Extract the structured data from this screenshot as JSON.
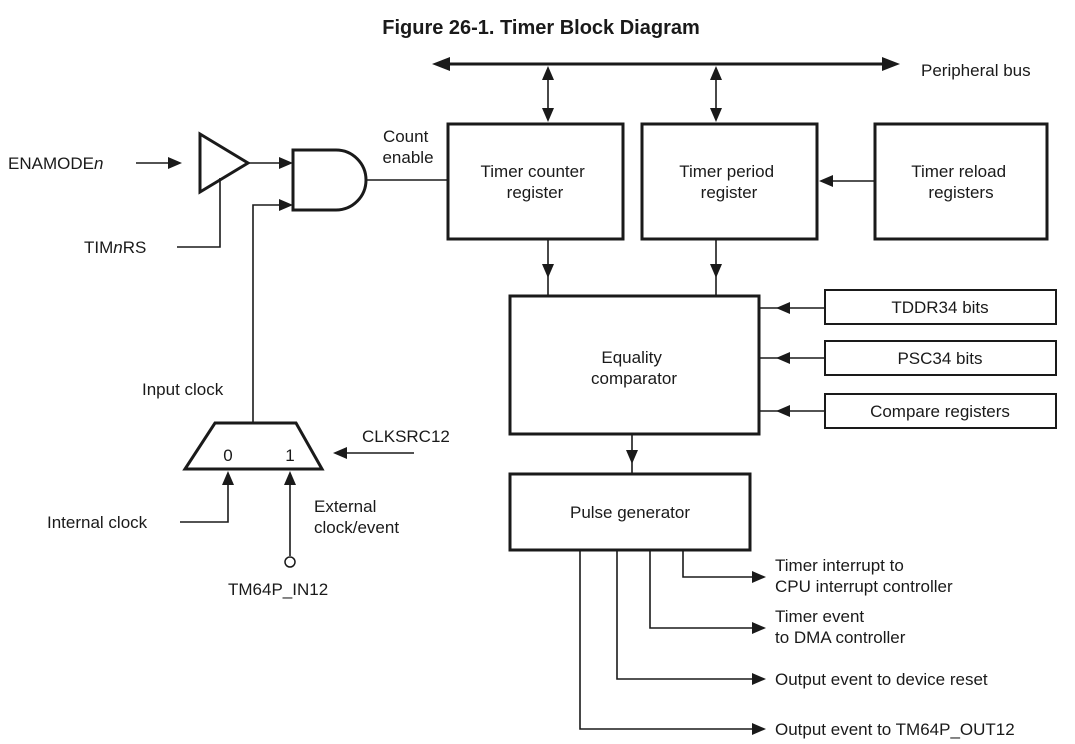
{
  "title": "Figure 26-1. Timer Block Diagram",
  "bus": {
    "label": "Peripheral bus"
  },
  "blocks": {
    "timer_counter": [
      "Timer counter",
      "register"
    ],
    "timer_period": [
      "Timer period",
      "register"
    ],
    "timer_reload": [
      "Timer reload",
      "registers"
    ],
    "equality": [
      "Equality",
      "comparator"
    ],
    "pulse_gen": "Pulse generator",
    "tddr": "TDDR34 bits",
    "psc": "PSC34 bits",
    "compare": "Compare registers"
  },
  "signals": {
    "enamode_prefix": "ENAMODE",
    "enamode_italic": "n",
    "timrs_prefix": "TIM",
    "timrs_italic": "n",
    "timrs_suffix": "RS",
    "count_enable": [
      "Count",
      "enable"
    ],
    "input_clock": "Input clock",
    "clksrc": "CLKSRC12",
    "mux0": "0",
    "mux1": "1",
    "internal_clock": "Internal clock",
    "external_clock": [
      "External",
      "clock/event"
    ],
    "tm64p_in": "TM64P_IN12"
  },
  "outputs": {
    "timer_interrupt": [
      "Timer interrupt to",
      "CPU interrupt controller"
    ],
    "timer_event": [
      "Timer event",
      "to DMA controller"
    ],
    "device_reset": "Output event to device reset",
    "tm64p_out": "Output event to TM64P_OUT12"
  }
}
